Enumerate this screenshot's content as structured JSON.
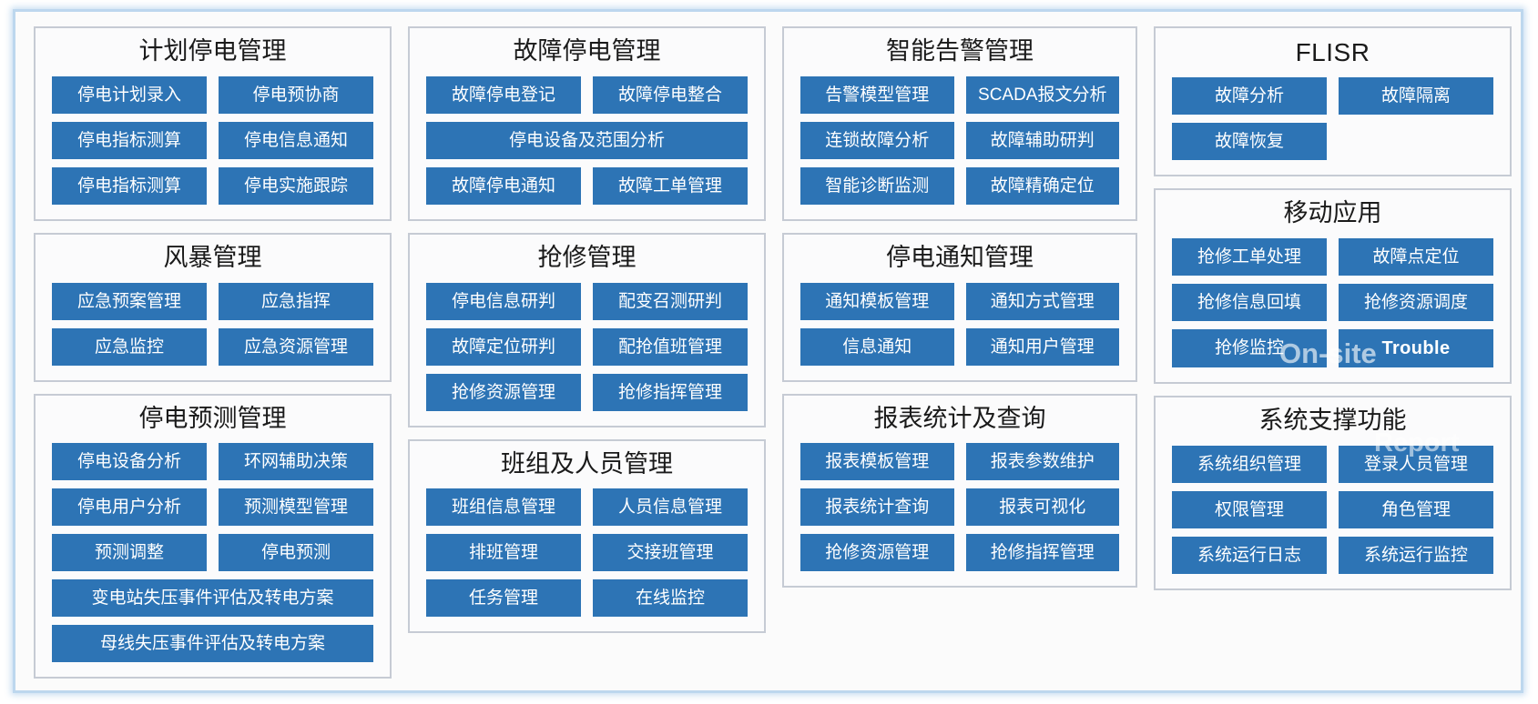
{
  "overlays": {
    "on_site": "On-site",
    "report": "Report"
  },
  "colors": {
    "button_blue": "#2d74b5",
    "panel_border": "#c6cbd4",
    "panel_bg": "#fbfbfc",
    "frame_glow": "#bdd7ee",
    "button_text": "#ffffff",
    "title_text": "#1a1a1a"
  },
  "columns": [
    {
      "panels": [
        {
          "title": "计划停电管理",
          "buttons": [
            {
              "label": "停电计划录入",
              "wide": false
            },
            {
              "label": "停电预协商",
              "wide": false
            },
            {
              "label": "停电指标测算",
              "wide": false
            },
            {
              "label": "停电信息通知",
              "wide": false
            },
            {
              "label": "停电指标测算",
              "wide": false
            },
            {
              "label": "停电实施跟踪",
              "wide": false
            }
          ]
        },
        {
          "title": "风暴管理",
          "buttons": [
            {
              "label": "应急预案管理",
              "wide": false
            },
            {
              "label": "应急指挥",
              "wide": false
            },
            {
              "label": "应急监控",
              "wide": false
            },
            {
              "label": "应急资源管理",
              "wide": false
            }
          ]
        },
        {
          "title": "停电预测管理",
          "buttons": [
            {
              "label": "停电设备分析",
              "wide": false
            },
            {
              "label": "环网辅助决策",
              "wide": false
            },
            {
              "label": "停电用户分析",
              "wide": false
            },
            {
              "label": "预测模型管理",
              "wide": false
            },
            {
              "label": "预测调整",
              "wide": false
            },
            {
              "label": "停电预测",
              "wide": false
            },
            {
              "label": "变电站失压事件评估及转电方案",
              "wide": true
            },
            {
              "label": "母线失压事件评估及转电方案",
              "wide": true
            }
          ]
        }
      ]
    },
    {
      "panels": [
        {
          "title": "故障停电管理",
          "buttons": [
            {
              "label": "故障停电登记",
              "wide": false
            },
            {
              "label": "故障停电整合",
              "wide": false
            },
            {
              "label": "停电设备及范围分析",
              "wide": true
            },
            {
              "label": "故障停电通知",
              "wide": false
            },
            {
              "label": "故障工单管理",
              "wide": false
            }
          ]
        },
        {
          "title": "抢修管理",
          "buttons": [
            {
              "label": "停电信息研判",
              "wide": false
            },
            {
              "label": "配变召测研判",
              "wide": false
            },
            {
              "label": "故障定位研判",
              "wide": false
            },
            {
              "label": "配抢值班管理",
              "wide": false
            },
            {
              "label": "抢修资源管理",
              "wide": false
            },
            {
              "label": "抢修指挥管理",
              "wide": false
            }
          ]
        },
        {
          "title": "班组及人员管理",
          "buttons": [
            {
              "label": "班组信息管理",
              "wide": false
            },
            {
              "label": "人员信息管理",
              "wide": false
            },
            {
              "label": "排班管理",
              "wide": false
            },
            {
              "label": "交接班管理",
              "wide": false
            },
            {
              "label": "任务管理",
              "wide": false
            },
            {
              "label": "在线监控",
              "wide": false
            }
          ]
        }
      ]
    },
    {
      "panels": [
        {
          "title": "智能告警管理",
          "buttons": [
            {
              "label": "告警模型管理",
              "wide": false
            },
            {
              "label": "SCADA报文分析",
              "wide": false
            },
            {
              "label": "连锁故障分析",
              "wide": false
            },
            {
              "label": "故障辅助研判",
              "wide": false
            },
            {
              "label": "智能诊断监测",
              "wide": false
            },
            {
              "label": "故障精确定位",
              "wide": false
            }
          ]
        },
        {
          "title": "停电通知管理",
          "buttons": [
            {
              "label": "通知模板管理",
              "wide": false
            },
            {
              "label": "通知方式管理",
              "wide": false
            },
            {
              "label": "信息通知",
              "wide": false
            },
            {
              "label": "通知用户管理",
              "wide": false
            }
          ]
        },
        {
          "title": "报表统计及查询",
          "buttons": [
            {
              "label": "报表模板管理",
              "wide": false
            },
            {
              "label": "报表参数维护",
              "wide": false
            },
            {
              "label": "报表统计查询",
              "wide": false
            },
            {
              "label": "报表可视化",
              "wide": false
            },
            {
              "label": "抢修资源管理",
              "wide": false
            },
            {
              "label": "抢修指挥管理",
              "wide": false
            }
          ]
        }
      ]
    },
    {
      "panels": [
        {
          "title": "FLISR",
          "latin_title": true,
          "buttons": [
            {
              "label": "故障分析",
              "wide": false
            },
            {
              "label": "故障隔离",
              "wide": false
            },
            {
              "label": "故障恢复",
              "wide": false
            }
          ]
        },
        {
          "title": "移动应用",
          "buttons": [
            {
              "label": "抢修工单处理",
              "wide": false
            },
            {
              "label": "故障点定位",
              "wide": false
            },
            {
              "label": "抢修信息回填",
              "wide": false
            },
            {
              "label": "抢修资源调度",
              "wide": false
            },
            {
              "label": "抢修监控",
              "wide": false
            },
            {
              "label": "Trouble",
              "wide": false,
              "latin": true
            }
          ]
        },
        {
          "title": "系统支撑功能",
          "buttons": [
            {
              "label": "系统组织管理",
              "wide": false
            },
            {
              "label": "登录人员管理",
              "wide": false
            },
            {
              "label": "权限管理",
              "wide": false
            },
            {
              "label": "角色管理",
              "wide": false
            },
            {
              "label": "系统运行日志",
              "wide": false
            },
            {
              "label": "系统运行监控",
              "wide": false
            }
          ]
        }
      ]
    }
  ]
}
